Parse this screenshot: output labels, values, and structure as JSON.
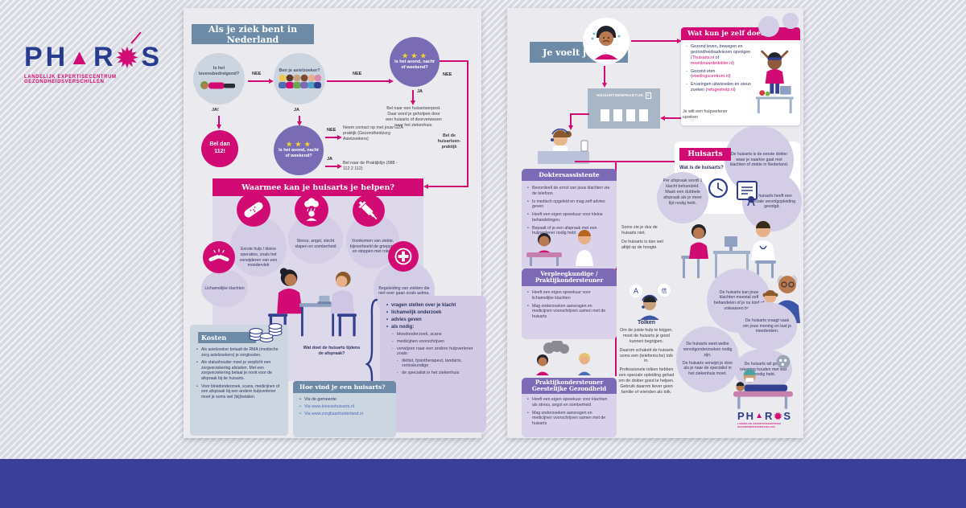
{
  "colors": {
    "pink": "#d20a74",
    "navy": "#2e3a8c",
    "blue_gray_header": "#6d8ba6",
    "purple_header": "#7c6ab6",
    "purple_circle": "#7a6cb4",
    "lavender": "#d4cde6",
    "indigo_footer": "#3c3f99",
    "star_yellow": "#f6d32d"
  },
  "icons": {
    "stars": "★ ★ ★",
    "plus": "+"
  },
  "logo": {
    "p1": "PH",
    "a": "▲",
    "p2": "R",
    "o": "✹",
    "p3": "S",
    "tagline": "LANDELIJK EXPERTISECENTRUM GEZONDHEIDSVERSCHILLEN"
  },
  "left_poster": {
    "title": "Als je ziek bent in Nederland",
    "flow": {
      "q_life": "Is het levensbedreigend?",
      "label_ja1": "JA!",
      "label_nee1": "NEE",
      "call_112": "Bel dan 112!",
      "q_asiel": "Ben je asielzoeker?",
      "label_ja2": "JA",
      "label_nee2": "NEE",
      "q_avond_mid": "Is het avond, nacht of weekend?",
      "label_nee3": "NEE",
      "label_ja3": "JA",
      "gza": "Neem contact op met jouw GZA praktijk (Gezondheidzorg Asielzoekers)",
      "praktijklijn": "Bel naar de Praktijklijn (088 - 112 2 112)",
      "q_avond_top": "Is het avond, nacht of weekend?",
      "label_ja4": "JA",
      "label_nee4": "NEE",
      "huisartsenpost": "Bel naar een huisartsenpost. Daar word je geholpen door een huisarts of doorverwezen naar het ziekenhuis.",
      "bel_praktijk": "Bel de huisartsen-praktijk"
    },
    "helpen": {
      "title": "Waarmee kan je huisarts je helpen?",
      "items": [
        {
          "icon": "first-aid-icon",
          "label": "Eerste hulp / kleine operaties, zoals het verwijderen van een moedervlek"
        },
        {
          "icon": "stress-cloud-icon",
          "label": "Stress, angst, slecht slapen en somberheid"
        },
        {
          "icon": "syringe-icon",
          "label": "Voorkomen van ziekte, bijvoorbeeld de griepprik en stoppen met roken"
        },
        {
          "icon": "joint-icon",
          "label": "Lichamelijke klachten"
        },
        {
          "icon": "care-cross-icon",
          "label": "Begeleiding van ziekten die niet over gaan zoals astma, hoge bloeddruk of suikerziekte"
        }
      ],
      "brace_label": "Wat doet de huisarts tijdens de afspraak?",
      "bullets": [
        "vragen stellen over je klacht",
        "lichamelijk onderzoek",
        "advies geven",
        "als nodig:"
      ],
      "sub_bullets": [
        "bloedonderzoek, scans",
        "medicijnen voorschrijven",
        "verwijzen naar een andere hulpverlener zoals:"
      ],
      "sub_sub_bullets": [
        "diëtist, fysiotherapeut, tandarts, verloskundige",
        "de specialist in het ziekenhuis"
      ]
    },
    "kosten": {
      "title": "Kosten",
      "bullets": [
        "Als asielzoeker betaalt de RMA (medische zorg asielzoekers) je zorgkosten.",
        "Als statushouder moet je verplicht een zorgverzekering afsluiten. Met een zorgverzekering betaal je nooit voor de afspraak bij de huisarts.",
        "Voor bloedonderzoek, scans, medicijnen of een afspraak bij een andere hulpverlener moet je soms wel (bij)betalen."
      ]
    },
    "vind": {
      "title": "Hoe vind je een huisarts?",
      "bullets": [
        "Via de gemeente",
        "Via www.kiesuwhuisarts.nl",
        "Via www.zorgkaartnederland.nl"
      ]
    }
  },
  "right_poster": {
    "title": "Je voelt je ziek",
    "zelf": {
      "title": "Wat kun je zelf doen?",
      "b1_pre": "Gezond leven, bewegen en gezondheidsadviezen opvolgen (",
      "b1_link1": "Thuisarts.nl",
      "b1_mid": " of ",
      "b1_link2": "moetiknaardedokter.nl",
      "b1_post": ")",
      "b2_pre": "Gezond eten (",
      "b2_link": "voedingscentrum.nl",
      "b2_post": ")",
      "b3_pre": "Ervaringen uitwisselen en steun zoeken (",
      "b3_link": "refugeehelp.nl",
      "b3_post": ")"
    },
    "building_label": "HUISARTSENPRAKTIJK",
    "hulp_note": "Je wilt een hulpverlener spreken",
    "assistente": {
      "title": "Doktersassistente",
      "bullets": [
        "Beoordeelt de ernst van jouw klachten via de telefoon",
        "Is medisch opgeleid en mag zelf advies geven",
        "Heeft een eigen spreekuur voor kleine behandelingen.",
        "Bepaalt of je een afspraak met een hulpverlener nodig hebt"
      ]
    },
    "soms_1": "Soms zie je dus de huisarts niet.",
    "soms_2": "De huisarts is dan wel altijd op de hoogte.",
    "verpleeg": {
      "title": "Verpleegkundige / Praktijkondersteuner",
      "bullets": [
        "Heeft een eigen spreekuur voor lichamelijke klachten",
        "Mag onderzoeken aanvragen en medicijnen voorschrijven samen met de huisarts"
      ]
    },
    "pog": {
      "title": "Praktijkondersteuner Geestelijke Gezondheid",
      "bullets": [
        "Heeft een eigen spreekuur voor klachten als stress, angst en somberheid",
        "Mag onderzoeken aanvragen en medicijnen voorschrijven samen met de huisarts"
      ]
    },
    "tolken": {
      "title": "Tolken",
      "bubble_a": "A",
      "bubble_char": "信",
      "p1": "Om de juiste hulp te krijgen, moet de huisarts je goed kunnen begrijpen.",
      "p2": "Daarom schakelt de huisarts soms een (telefonische) tolk in.",
      "p3": "Professionele tolken hebben een speciale opleiding gehad om de dokter goed te helpen. Gebruik daarom liever geen familie of vrienden als tolk."
    },
    "huisarts": {
      "title": "Huisarts",
      "question": "Wat is de huisarts?",
      "afspraak": "Per afspraak wordt 1 klacht behandeld. Maak een dubbele afspraak als je meer tijd nodig hebt.",
      "bubbles": [
        "De huisarts is de eerste dokter waar je naartoe gaat met klachten of ziekte in Nederland.",
        "De huisarts heeft een speciale vervolgopleiding gevolgd.",
        "De huisarts kan jouw klachten meestal zelf behandelen of je nu kind of volwassen bent.",
        "De huisarts vraagt vaak om jouw mening en laat je meedenken.",
        "De huisarts wil goed rekening houden met wat jij nodig hebt.",
        "De huisarts weet welke vervolgonderzoeken nodig zijn.",
        "De huisarts verwijst je door als je naar de specialist in het ziekenhuis moet."
      ]
    }
  }
}
